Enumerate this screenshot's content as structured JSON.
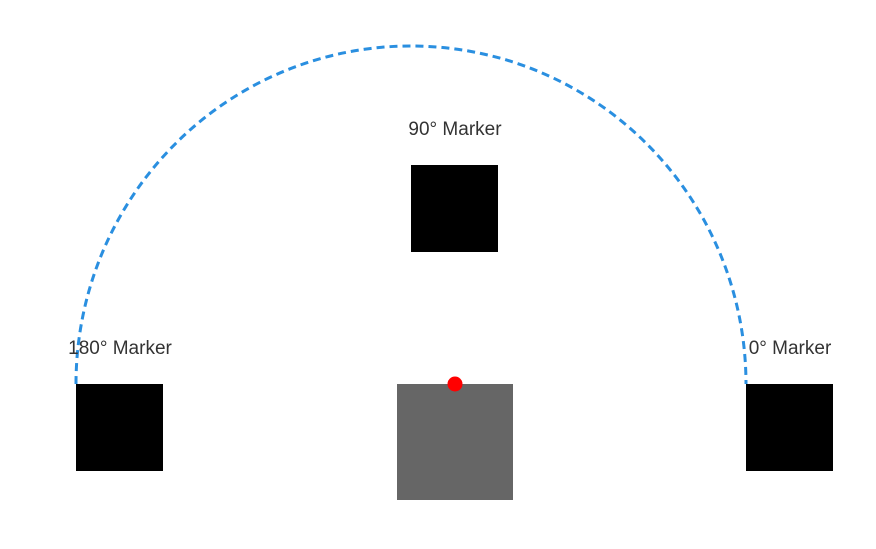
{
  "markers": [
    {
      "id": "m0",
      "label": "0° Marker",
      "angle_deg": 0
    },
    {
      "id": "m90",
      "label": "90° Marker",
      "angle_deg": 90
    },
    {
      "id": "m180",
      "label": "180° Marker",
      "angle_deg": 180
    }
  ],
  "colors": {
    "arc": "#2a8fe0",
    "marker": "#000000",
    "base": "#666666",
    "pivot": "#ff0000",
    "label": "#333333"
  },
  "arc_style": "dashed"
}
